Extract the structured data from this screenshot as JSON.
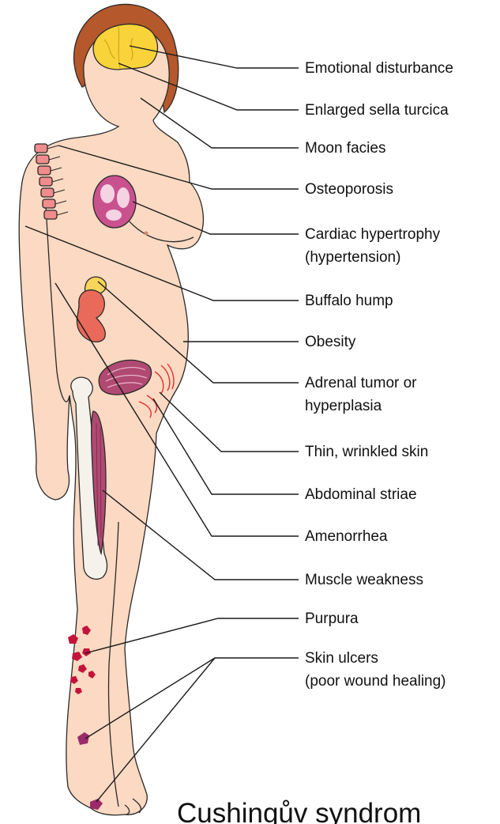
{
  "title": "Cushingův syndrom",
  "labels": [
    {
      "id": "emotional-disturbance",
      "lines": [
        "Emotional disturbance"
      ]
    },
    {
      "id": "enlarged-sella-turcica",
      "lines": [
        "Enlarged sella turcica"
      ]
    },
    {
      "id": "moon-facies",
      "lines": [
        "Moon facies"
      ]
    },
    {
      "id": "osteoporosis",
      "lines": [
        "Osteoporosis"
      ]
    },
    {
      "id": "cardiac-hypertrophy",
      "lines": [
        "Cardiac hypertrophy",
        "(hypertension)"
      ]
    },
    {
      "id": "buffalo-hump",
      "lines": [
        "Buffalo hump"
      ]
    },
    {
      "id": "obesity",
      "lines": [
        "Obesity"
      ]
    },
    {
      "id": "adrenal-tumor",
      "lines": [
        "Adrenal tumor or",
        "hyperplasia"
      ]
    },
    {
      "id": "thin-wrinkled-skin",
      "lines": [
        "Thin, wrinkled skin"
      ]
    },
    {
      "id": "abdominal-striae",
      "lines": [
        "Abdominal striae"
      ]
    },
    {
      "id": "amenorrhea",
      "lines": [
        "Amenorrhea"
      ]
    },
    {
      "id": "muscle-weakness",
      "lines": [
        "Muscle weakness"
      ]
    },
    {
      "id": "purpura",
      "lines": [
        "Purpura"
      ]
    },
    {
      "id": "skin-ulcers",
      "lines": [
        "Skin ulcers",
        "(poor wound healing)"
      ]
    }
  ],
  "colors": {
    "skin": "#fbd9c2",
    "hair": "#b5582b",
    "brain": "#f9d33a",
    "spine": "#f08c8c",
    "heart": "#c9528e",
    "kidney": "#e96a5a",
    "adrenal": "#f7d45a",
    "muscle": "#b04a72",
    "striae": "#e0302c",
    "bone": "#f4f2ea",
    "purpura": "#c4133a",
    "ulcer": "#9a2a6a"
  }
}
